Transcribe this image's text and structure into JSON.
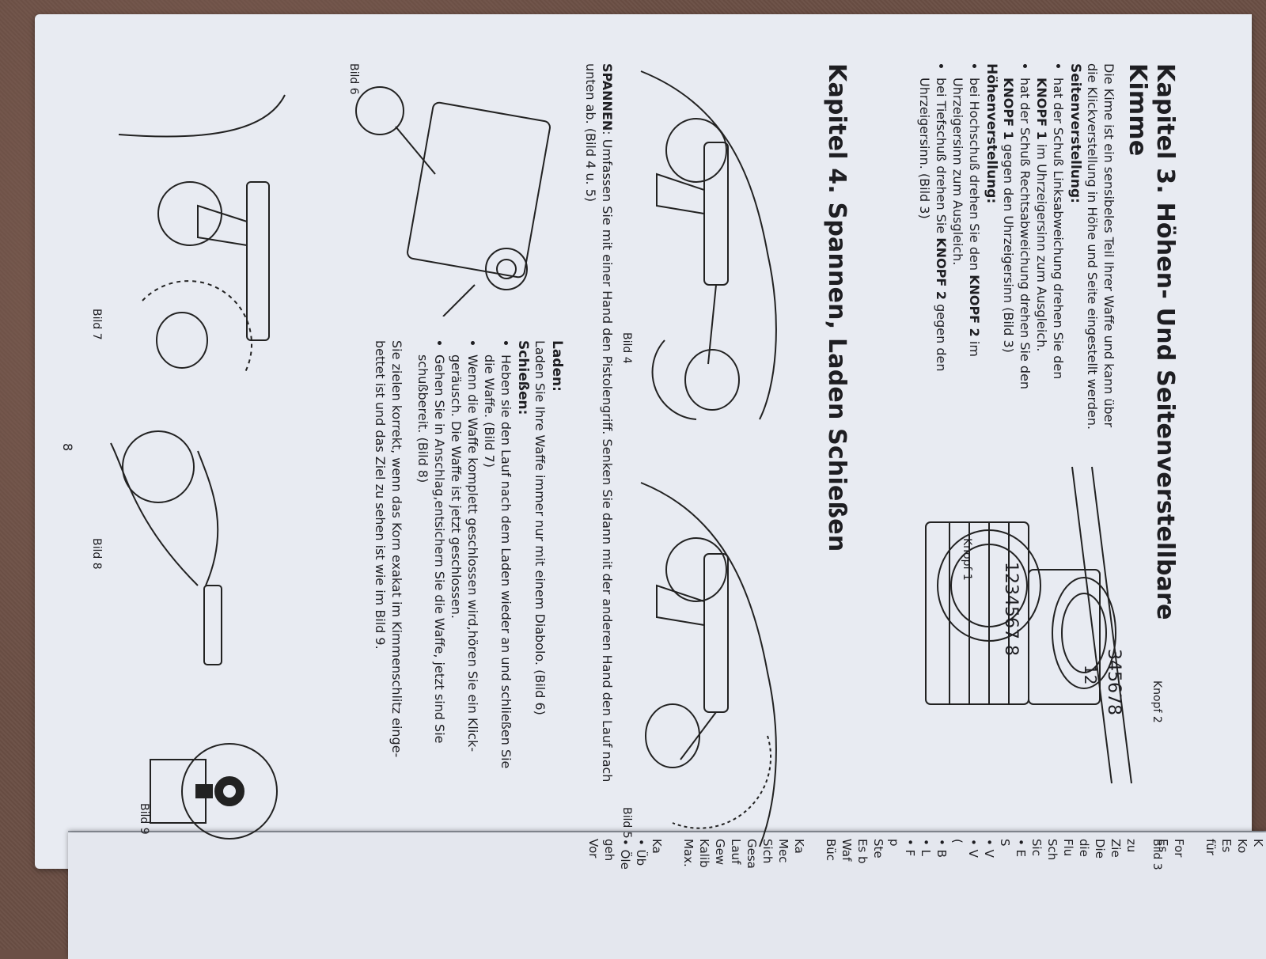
{
  "chapter3": {
    "title": "Kapitel 3. Höhen- Und Seitenverstellbare Kimme",
    "intro_1": "Die Kime ist ein sensibeles Teil Ihrer Waffe und kann über",
    "intro_2": "die Klickverstellung in Höhe und Seite eingestellt werden.",
    "seiten_heading": "Seitenverstellung:",
    "seiten_items": [
      {
        "a": "hat der Schuß Linksabweichung drehen Sie den",
        "b1": "KNOPF 1",
        "b2": " im Uhrzeigersinn zum Ausgleich."
      },
      {
        "a": "hat der Schuß Rechtsabweichung drehen Sie den",
        "b1": "KNOPF 1",
        "b2": " gegen den Uhrzeigersinn (Bild 3)"
      }
    ],
    "hoehen_heading": "Höhenverstellung:",
    "hoehen_items": [
      {
        "a1": "bei Hochschuß drehen Sie den ",
        "bold": "KNOPF 2",
        "a2": " im",
        "b": "Uhrzeigersinn zum Ausgleich."
      },
      {
        "a1": "bei Tiefschuß drehen Sie ",
        "bold": "KNOPF 2",
        "a2": " gegen den",
        "b": "Uhrzeigersinn. (Bild 3)"
      }
    ],
    "knopf2": "Knopf 2",
    "knopf1": "Knopf 1",
    "bild3": "Bild 3",
    "dial_small": "345678",
    "dial_small_inner": "12",
    "dial_large": "1234567 8"
  },
  "chapter4": {
    "title": "Kapitel 4. Spannen, Laden Schießen",
    "bild4": "Bild 4",
    "bild5": "Bild 5",
    "spannen_bold": "SPANNEN",
    "spannen_text_1": ": Umfassen Sie mit einer Hand den Pistolengriff. Senken Sie dann mit der anderen Hand den Lauf nach",
    "spannen_text_2": "unten ab. (Bild 4 u. 5)",
    "bild6": "Bild 6",
    "laden_heading": "Laden:",
    "laden_text": "Laden Sie Ihre Waffe immer nur mit einem Diabolo. (Bild 6)",
    "schiessen_heading": "Schießen:",
    "schiessen_items": [
      {
        "l1": "Heben sie den Lauf nach dem Laden wieder an und schließen Sie",
        "l2": "die Waffe. (Bild 7)"
      },
      {
        "l1": "Wenn die Waffe komplett geschlossen wird,hören Sie ein Klick-",
        "l2": "geräusch. Die Waffe ist jetzt geschlossen."
      },
      {
        "l1": "Gehen Sie in Anschlag,entsichern Sie die Waffe, jetzt sind Sie",
        "l2": "schußbereit. (Bild 8)"
      }
    ],
    "ziel_1": "Sie  zielen korrekt, wenn das Korn exakat im Kimmenschlitz einge-",
    "ziel_2": "bettet ist und das Ziel zu sehen ist wie im Bild 9.",
    "bild7": "Bild 7",
    "bild8": "Bild 8",
    "bild9": "Bild 9",
    "page_number": "8"
  },
  "right_page": {
    "lines": [
      "K",
      "Ko",
      "Es",
      "für",
      "",
      "For",
      "Es ",
      "",
      "zu",
      "Zie",
      "Die",
      "die",
      "Flu",
      "Sch",
      "Sic",
      "• E",
      "  S",
      "• V",
      "• V",
      "  (",
      "• B",
      "• L",
      "• F",
      "  p",
      "Ste",
      "Es b",
      "Waf",
      "Büc",
      "",
      "Ka",
      "Mec",
      "Sich",
      "Gesa",
      "Lauf",
      "Gew",
      "Kalib",
      "Max.",
      "",
      "Ka",
      "• Üb",
      "• Öle",
      "  geh",
      "  Vor"
    ]
  }
}
